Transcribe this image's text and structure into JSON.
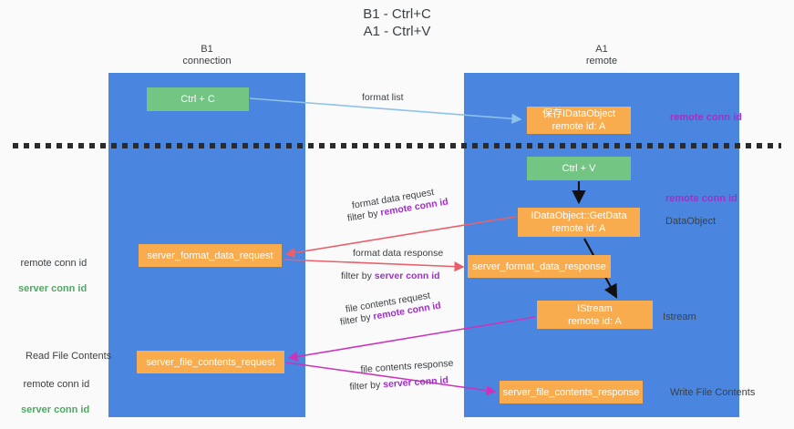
{
  "title": {
    "line1": "B1 - Ctrl+C",
    "line2": "A1 - Ctrl+V"
  },
  "lanes": [
    {
      "id": "b1",
      "name": "B1",
      "role": "connection"
    },
    {
      "id": "a1",
      "name": "A1",
      "role": "remote"
    }
  ],
  "nodes": {
    "ctrl_c": {
      "label": "Ctrl + C",
      "color": "#73c584"
    },
    "idataobject": {
      "label": "保存IDataObject\nremote id: A",
      "color": "#f9ac4d"
    },
    "ctrl_v": {
      "label": "Ctrl + V",
      "color": "#73c584"
    },
    "getdata": {
      "label": "IDataObject::GetData\nremote id: A",
      "color": "#f9ac4d"
    },
    "format_request": {
      "label": "server_format_data_request",
      "color": "#f9ac4d"
    },
    "format_response": {
      "label": "server_format_data_response",
      "color": "#f9ac4d"
    },
    "istream": {
      "label": "IStream\nremote id: A",
      "color": "#f9ac4d"
    },
    "file_request": {
      "label": "server_file_contents_request",
      "color": "#f9ac4d"
    },
    "file_response": {
      "label": "server_file_contents_response",
      "color": "#f9ac4d"
    }
  },
  "edge_labels": {
    "format_list": "format list",
    "format_data_request": "format data request",
    "format_data_request_filter_prefix": "filter by ",
    "format_data_request_filter_key": "remote conn id",
    "format_data_response": "format data response",
    "format_data_response_filter_prefix": "filter by ",
    "format_data_response_filter_key": "server conn id",
    "file_contents_request": "file contents request",
    "file_contents_request_filter_prefix": "filter by ",
    "file_contents_request_filter_key": "remote conn id",
    "file_contents_response": "file contents response",
    "file_contents_response_filter_prefix": "filter by ",
    "file_contents_response_filter_key": "server conn id"
  },
  "annotations": {
    "right_remote_conn_id_top": "remote conn id",
    "right_remote_conn_id_mid": "remote conn id",
    "right_dataobject": "DataObject",
    "right_istream": "Istream",
    "right_write_file_contents": "Write File Contents",
    "left_remote_conn_id": "remote conn id",
    "left_server_conn_id": "server conn id",
    "left_read_file_contents": "Read File Contents",
    "left_remote_conn_id_2": "remote conn id",
    "left_server_conn_id_2": "server conn id"
  },
  "colors": {
    "lane": "#4a86e0",
    "green_node": "#73c584",
    "orange_node": "#f9ac4d",
    "purple_text": "#a030c8",
    "green_text": "#4fa863",
    "arrow_blue": "#8ec2e8",
    "arrow_red": "#e8606b",
    "arrow_magenta": "#cc33bb",
    "arrow_black": "#111111",
    "background": "#fafafa"
  }
}
